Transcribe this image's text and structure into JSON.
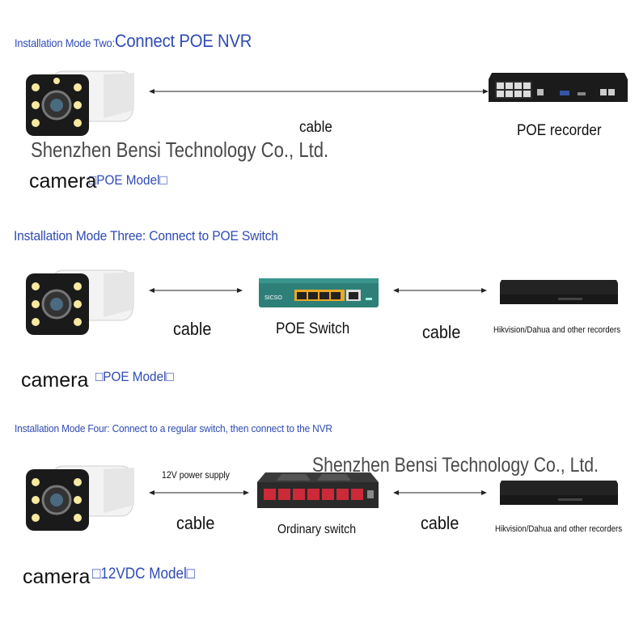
{
  "sections": [
    {
      "title_prefix": "Installation Mode Two:",
      "title_main": "Connect POE NVR",
      "camera_label": "camera",
      "camera_model": "□POE Model□",
      "cable_label": "cable",
      "recorder_label": "POE recorder"
    },
    {
      "title": "Installation Mode Three: Connect to POE Switch",
      "camera_label": "camera",
      "camera_model": "□POE Model□",
      "cable_left_label": "cable",
      "switch_label": "POE Switch",
      "cable_right_label": "cable",
      "recorder_label": "Hikvision/Dahua and other recorders",
      "switch_brand": "SICSO"
    },
    {
      "title": "Installation Mode Four: Connect to a regular switch, then connect to the NVR",
      "camera_label": "camera",
      "camera_model": "□12VDC Model□",
      "power_label": "12V power supply",
      "cable_left_label": "cable",
      "switch_label": "Ordinary switch",
      "cable_right_label": "cable",
      "recorder_label": "Hikvision/Dahua and other recorders"
    }
  ],
  "watermark": "Shenzhen Bensi Technology Co., Ltd.",
  "colors": {
    "title_blue": "#2f4bb5",
    "poe_switch_body": "#2e7f78",
    "poe_switch_ports": "#e9a826",
    "switch_red_ports": "#cc2a38"
  }
}
